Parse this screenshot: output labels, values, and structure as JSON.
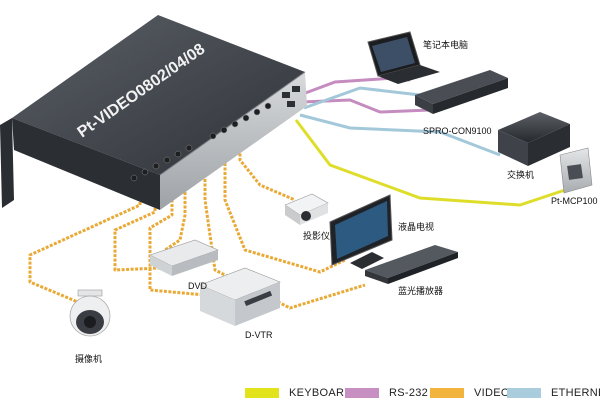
{
  "device": {
    "title": "Pt-VIDEO0802/04/08"
  },
  "labels": {
    "laptop": "笔记本电脑",
    "controller": "SPRO-CON9100",
    "switch": "交换机",
    "panel": "Pt-MCP100",
    "lcd_tv": "液晶电视",
    "projector": "投影仪",
    "bluray": "蓝光播放器",
    "dvd": "DVD",
    "dvtr": "D-VTR",
    "camera": "摄像机"
  },
  "legend": [
    {
      "key": "keyboard",
      "label": "KEYBOARD",
      "color": "#e3e31c"
    },
    {
      "key": "rs232",
      "label": "RS-232",
      "color": "#c78fc2"
    },
    {
      "key": "video",
      "label": "VIDEO",
      "color": "#f2b43c"
    },
    {
      "key": "ethernet",
      "label": "ETHERNET",
      "color": "#a9cddd"
    }
  ],
  "colors": {
    "video": "#e9a935",
    "rs232": "#c58cc0",
    "ethernet": "#a3c8da",
    "keyboard": "#dede2a",
    "device_body": "#3a3e44"
  }
}
